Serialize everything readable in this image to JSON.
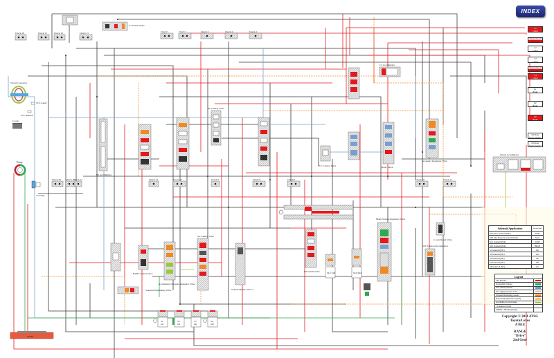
{
  "document": {
    "title": "Toyota/Lexus A761E Hydraulic Circuit",
    "copyright": "Copyright © 2011 ATSG",
    "make": "Toyota/Lexus",
    "model": "A761E",
    "range_label": "RANGE",
    "range_value": "\"Drive\"",
    "gear": "2nd Gear"
  },
  "nav": {
    "index_label": "INDEX"
  },
  "clutches": [
    {
      "id": "c1",
      "line1": "C1",
      "line2": "Clutch",
      "applied": true,
      "style": "on"
    },
    {
      "id": "c2-bal",
      "line1": "Balance/Cancel",
      "line2": "Pressure C2",
      "applied": false,
      "style": "split"
    },
    {
      "id": "c2",
      "line1": "C2",
      "line2": "Clutch",
      "applied": false,
      "style": "off"
    },
    {
      "id": "c3",
      "line1": "C3",
      "line2": "Clutch",
      "applied": false,
      "style": "off"
    },
    {
      "id": "c4-bal",
      "line1": "Balance/Cancel",
      "line2": "Pressure C4",
      "applied": false,
      "style": "split"
    },
    {
      "id": "c4",
      "line1": "C4",
      "line2": "Clutch",
      "applied": true,
      "style": "on"
    },
    {
      "id": "b1",
      "line1": "B1",
      "line2": "Brake",
      "applied": false,
      "style": "off"
    },
    {
      "id": "b2",
      "line1": "B2",
      "line2": "Brake",
      "applied": false,
      "style": "off"
    },
    {
      "id": "b3",
      "line1": "B3",
      "line2": "Brake",
      "applied": true,
      "style": "on"
    },
    {
      "id": "b4-large",
      "line1": "B4 Brake",
      "line2": "Large chamber",
      "applied": false,
      "style": "off"
    },
    {
      "id": "b4-small",
      "line1": "B4 Brake",
      "line2": "Small chamber",
      "applied": false,
      "style": "off"
    }
  ],
  "solenoid_application": {
    "title": "Solenoid Application",
    "header_right": "Solenoid state",
    "rows": [
      {
        "name": "SLU TCC Solenoid (NC)",
        "state": "LOW"
      },
      {
        "name": "SLT Line Pressure Solenoid (NA)",
        "state": "Mod"
      },
      {
        "name": "SL1 Solenoid (NA)",
        "state": "LOW"
      },
      {
        "name": "SL2 Solenoid (NA)",
        "state": "HIGH"
      },
      {
        "name": "S1 Solenoid (NC)",
        "state": "On"
      },
      {
        "name": "S2 Solenoid (NC)",
        "state": "On"
      },
      {
        "name": "S3 Solenoid (NC)",
        "state": "On"
      },
      {
        "name": "S4 Solenoid (NC)",
        "state": "Off"
      },
      {
        "name": "SR Solenoid (NC)",
        "state": "On"
      }
    ]
  },
  "legend": {
    "title": "Legend",
    "items": [
      {
        "label": "Line Pressure",
        "color": "#e3191c"
      },
      {
        "label": "Suction/P.R. Exhaust",
        "color": "#2fa84f"
      },
      {
        "label": "TCC release pressure",
        "color": "#52a8e0"
      },
      {
        "label": "TCC Apply pressure / Lube",
        "color": "#f4b8b8"
      },
      {
        "label": "Solenoid Modulating pressure",
        "color": "#f08a24"
      },
      {
        "label": "SLT pressure (Pressure Control)",
        "color": "#f6c27a"
      },
      {
        "label": "Accumulator back pressure",
        "color": "#9cc83c"
      },
      {
        "label": "= Connected circuit",
        "color": ""
      },
      {
        "label": "Unfilled = Blocked passage",
        "color": ""
      }
    ]
  },
  "components": {
    "torque_converter": "Torque Converter",
    "tcc_apply": "TCC Apply",
    "tcc_release": "TCC Release",
    "cooler": "Cooler",
    "pump": "Pump",
    "to_sump": "To Sump",
    "sump": "SUMP",
    "c3_switch_valve": "C3 Switch Valve",
    "b2_accumulator": "B2 Accumulator",
    "no2_relay_valve": "No.2 Relay Valve",
    "solenoid_relay_valve_1": "Solenoid Relay Valve 1",
    "solenoid_relay_valve_2": "Solenoid Relay Valve 2",
    "c3_accumulator": "C3 Accumulator",
    "no3_relay_valve": "No.3 Relay Valve",
    "no1_relay_valve": "No.1 Relay Valve",
    "tcc_control_valve": "TCC Control Valve",
    "relay_valve": "Relay Valve",
    "secondary_regulator": "Secondary Regulator Valve",
    "clutch_accumulator": "Clutch Accumulator",
    "main_pressure_regulator": "Main Pressure Regulator Valve",
    "cooler_relief_valve": "Cooler Relief Valve",
    "slt_accumulator": "SLT Solenoid Accumulator",
    "slu_valve": "SLU Off",
    "slt_mod": "SLT Mod",
    "b4_switch_valve": "B4 Switch Valve",
    "accumulator_control": "Accumulator Pressure Regulator Valve",
    "b4_control_valve": "B4 B4 Control Valve",
    "solenoid_modulating_valve": "Solenoid Modulating Valve",
    "manual_valve": "Manual Valve",
    "checks": [
      "Check 18",
      "Check 17",
      "Check 16",
      "Check 15",
      "Check 5",
      "Check 4",
      "Check 3",
      "Check 2",
      "Check 1",
      "Check 20",
      "Check 19",
      "Check 12",
      "Check 14",
      "Check 13",
      "Check 7",
      "Check 8",
      "Check 9",
      "Check 10",
      "Check 11"
    ],
    "solenoids": [
      {
        "name": "S1",
        "sub": "On"
      },
      {
        "name": "S2",
        "sub": "On"
      },
      {
        "name": "S3",
        "sub": "On"
      },
      {
        "name": "S4",
        "sub": "Off"
      }
    ]
  }
}
